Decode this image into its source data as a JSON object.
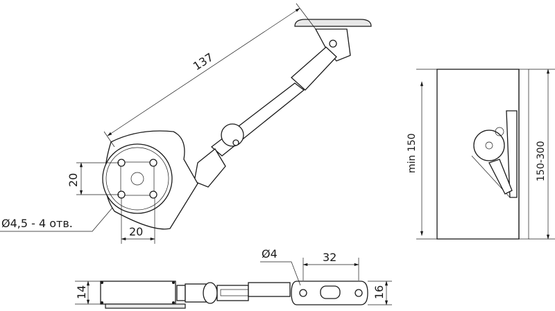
{
  "dimensions": {
    "arm_length": "137",
    "hole_spacing_vertical": "20",
    "hole_spacing_horizontal": "20",
    "mounting_holes": "Ø4,5 - 4 отв.",
    "min_height": "min 150",
    "height_range": "150-300",
    "pin_diameter": "Ø4",
    "plate_length": "32",
    "base_thickness": "14",
    "plate_width": "16"
  }
}
